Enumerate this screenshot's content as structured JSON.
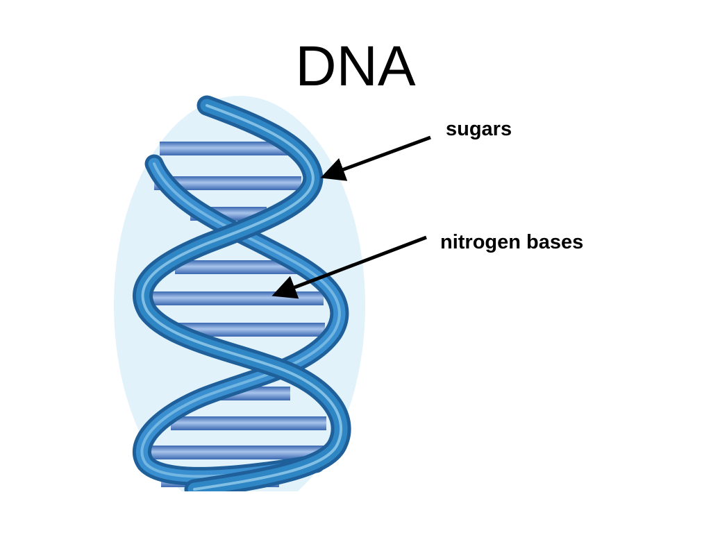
{
  "slide": {
    "title": "DNA"
  },
  "labels": {
    "sugars": "sugars",
    "nitrogen_bases": "nitrogen bases"
  },
  "colors": {
    "background_oval": "#e1f2fa",
    "strand": "#2f86c4",
    "strand_dark": "#1f5f9a",
    "rung": "#4f7ec4",
    "rung_light": "#9dbbe6",
    "arrow": "#000000"
  }
}
